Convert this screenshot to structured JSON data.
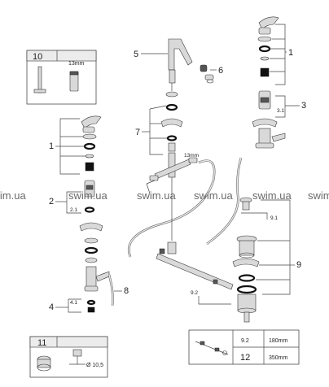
{
  "callouts": {
    "c1_right": "1",
    "c1_left": "1",
    "c2": "2",
    "c2_1": "2.1",
    "c3": "3",
    "c3_1": "3.1",
    "c4": "4",
    "c4_1": "4.1",
    "c5": "5",
    "c6": "6",
    "c7": "7",
    "c8": "8",
    "c9": "9",
    "c9_1": "9.1",
    "c9_2": "9.2",
    "dim_13mm": "13mm"
  },
  "inset_10": {
    "number": "10",
    "size": "13mm"
  },
  "inset_11": {
    "number": "11",
    "diameter": "Ø 10,5"
  },
  "inset_table": {
    "rows": [
      {
        "item": "9.2",
        "length": "180mm"
      },
      {
        "item": "12",
        "length": "350mm"
      }
    ]
  },
  "watermarks": [
    "swim.ua",
    "swim.ua",
    "swim.ua",
    "swim.ua",
    "swim.ua",
    "swim.ua"
  ]
}
